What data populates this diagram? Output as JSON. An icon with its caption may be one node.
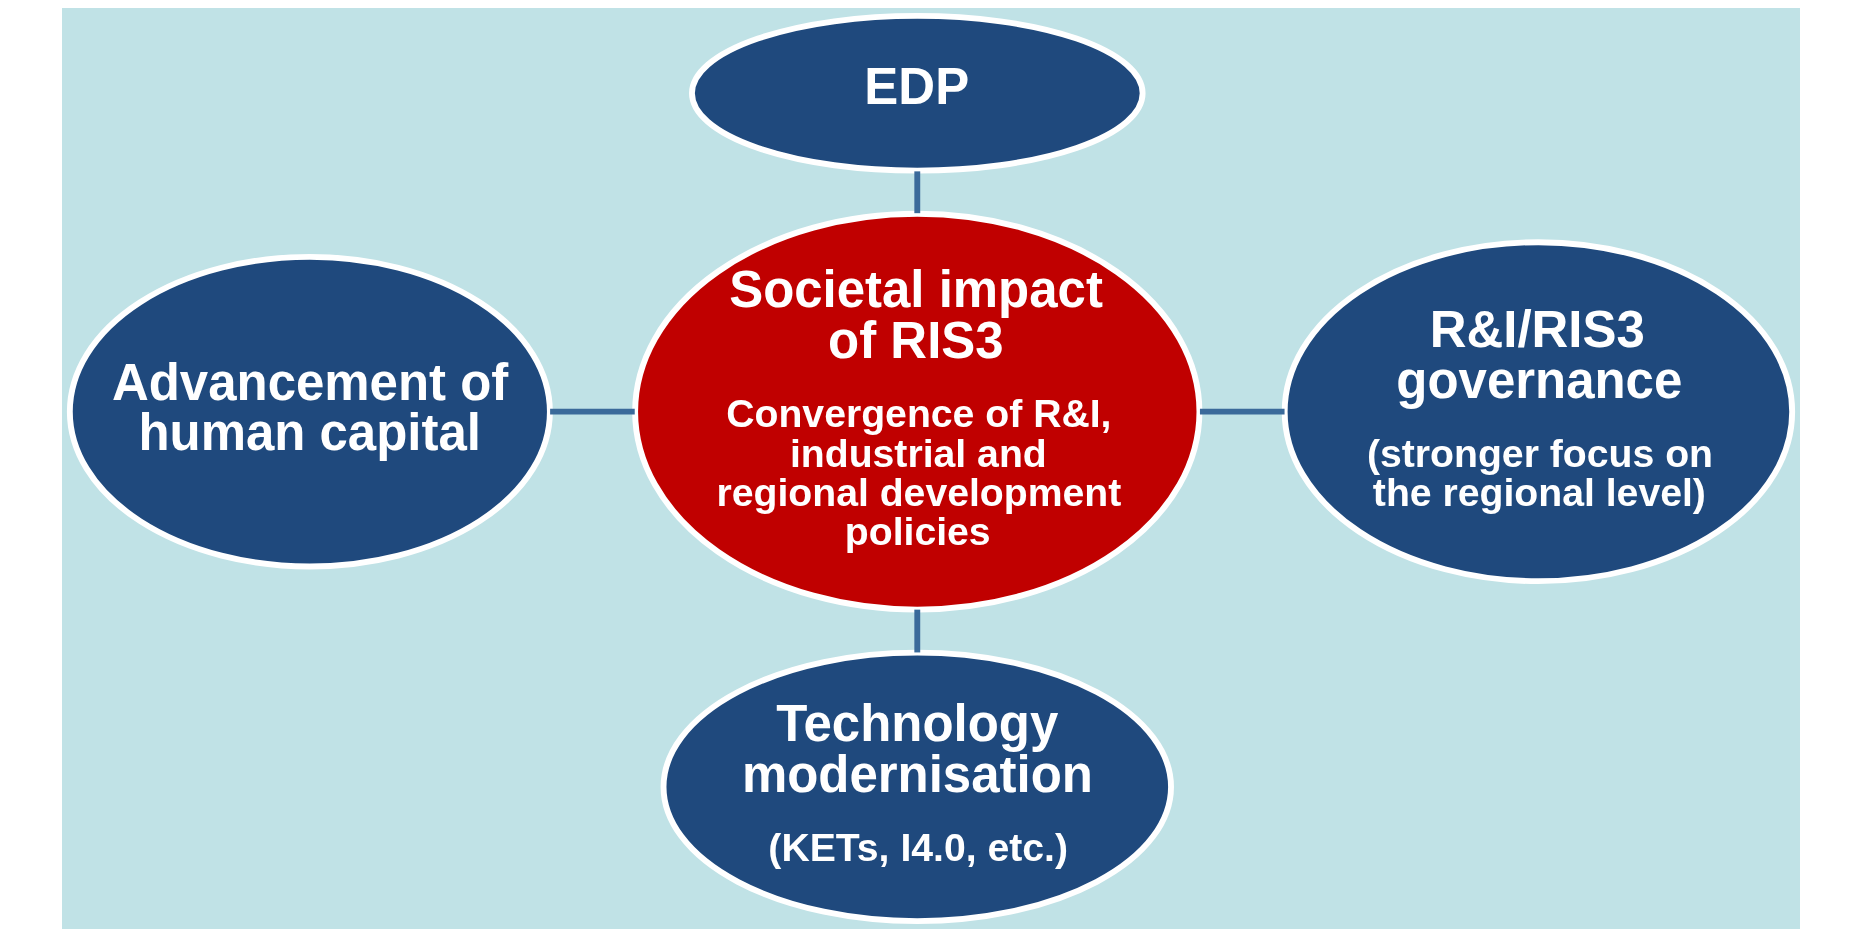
{
  "diagram": {
    "nodes": [
      {
        "text": [
          "EDP"
        ]
      },
      {
        "text": [
          "Advancement of human capital"
        ]
      },
      {
        "text": [
          "Societal impact of RIS3",
          "Convergence of R&I, industrial and regional development policies"
        ]
      },
      {
        "text": [
          "R&I/RIS3 governance",
          "(stronger focus on the regional level)"
        ]
      },
      {
        "text": [
          "Technology modernisation",
          "(KETs, I4.0, etc.)"
        ]
      }
    ],
    "edges": [
      {
        "from": 0,
        "to": 2,
        "arrow": "none"
      },
      {
        "from": 1,
        "to": 2,
        "arrow": "none"
      },
      {
        "from": 2,
        "to": 3,
        "arrow": "none"
      },
      {
        "from": 2,
        "to": 4,
        "arrow": "none"
      }
    ]
  }
}
